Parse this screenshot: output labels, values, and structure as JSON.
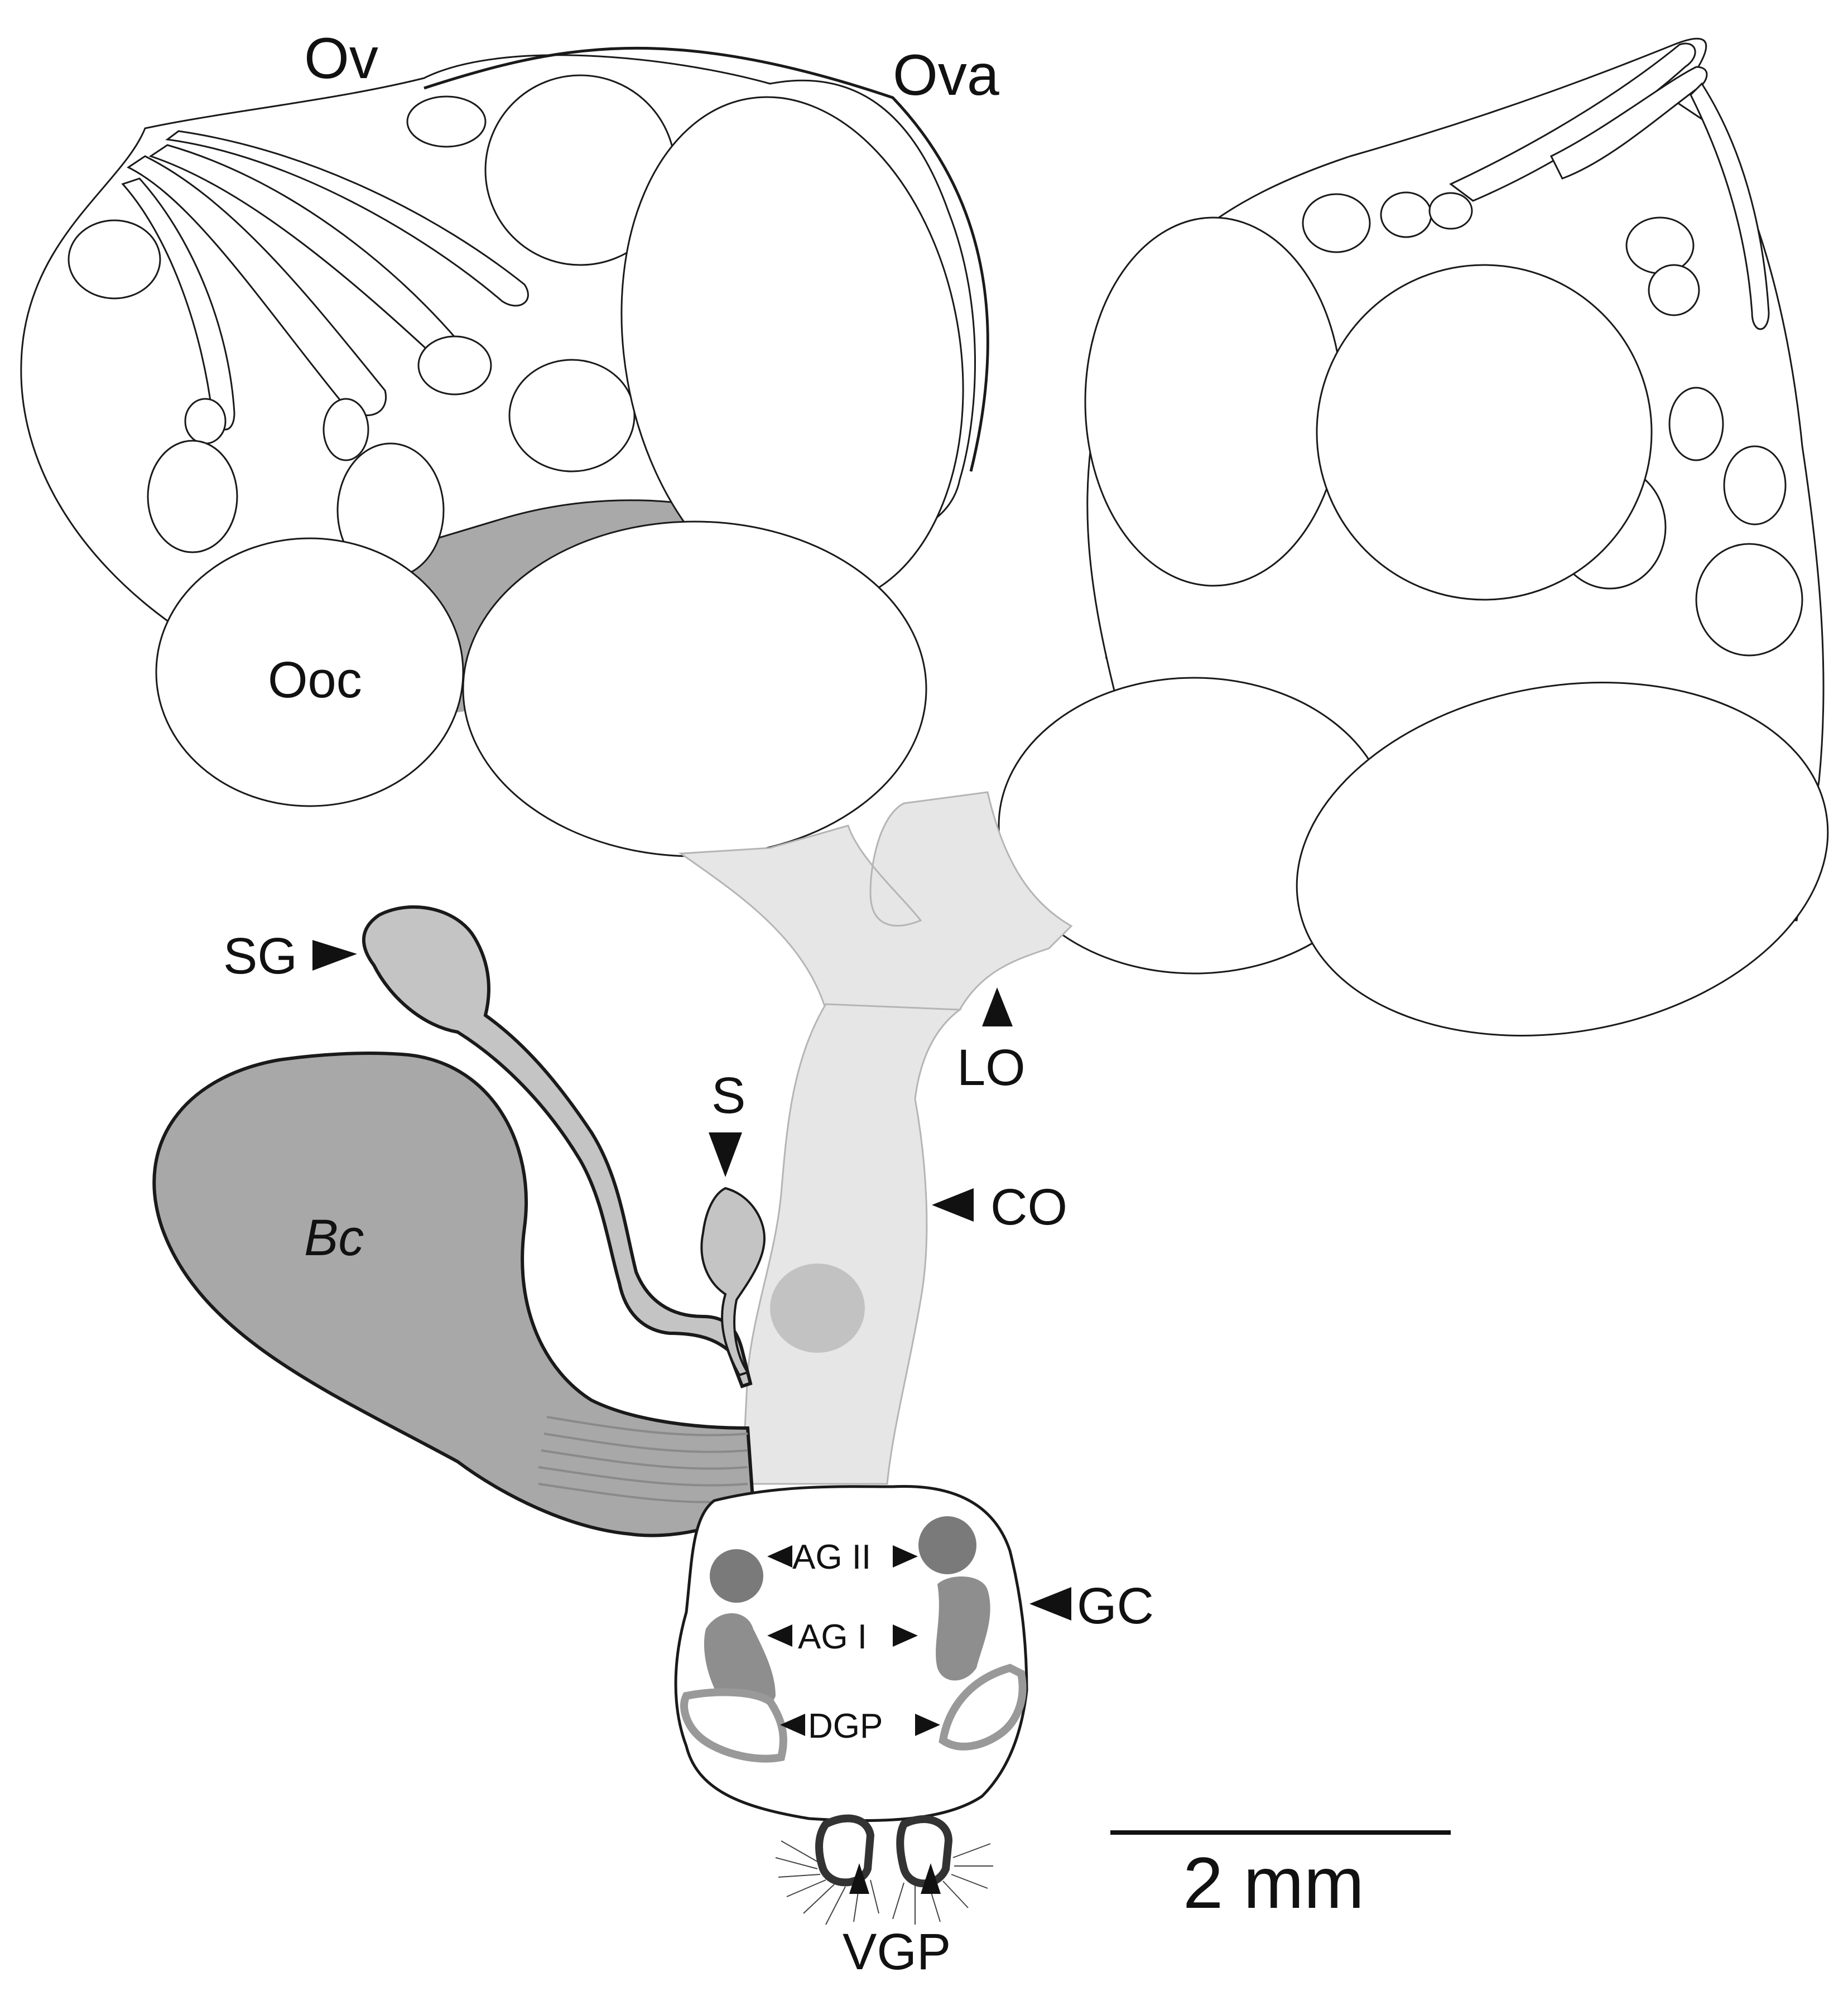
{
  "figure": {
    "labels": {
      "ovariole": "Ov",
      "ovary": "Ova",
      "oocyte": "Ooc",
      "spermathecal_gland": "SG",
      "spermatheca": "S",
      "lateral_oviduct": "LO",
      "common_oviduct": "CO",
      "bursa_copulatrix": "Bc",
      "genital_chamber": "GC",
      "accessory_gland_2": "AG II",
      "accessory_gland_1": "AG I",
      "dorsal_genital_plates": "DGP",
      "ventral_genital_plates": "VGP"
    },
    "scale_bar": {
      "label": "2 mm",
      "length_mm": 2
    },
    "colors": {
      "outline": "#1a1a1a",
      "oviduct": "#e6e6e6",
      "bursa": "#a8a8a8",
      "gland_light": "#c4c4c4",
      "accessory_gland": "#7a7a7a",
      "tissue_webbing": "#a9a9a9"
    },
    "icons": [
      "arrowhead-right-icon",
      "arrowhead-left-icon",
      "arrowhead-down-icon",
      "arrowhead-up-icon"
    ]
  }
}
